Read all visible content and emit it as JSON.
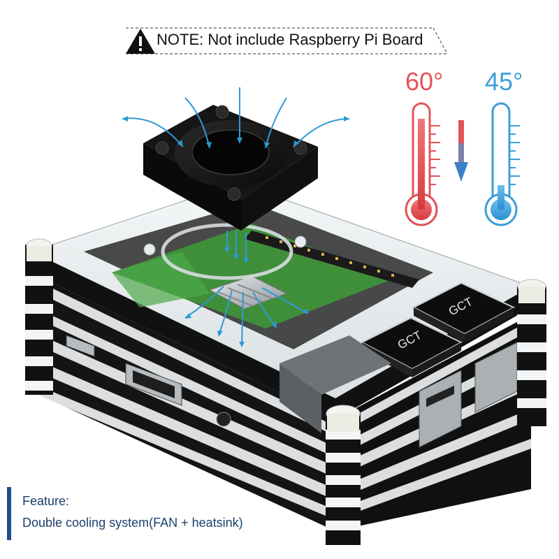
{
  "note": {
    "text": "NOTE: Not include Raspberry Pi Board"
  },
  "temperatures": {
    "hot": "60°",
    "cool": "45°"
  },
  "heatsinks": {
    "label_1": "GCT",
    "label_2": "GCT"
  },
  "feature": {
    "title": "Feature:",
    "description": "Double cooling system(FAN + heatsink)"
  },
  "colors": {
    "hot": "#e25458",
    "cool": "#3d9ed8",
    "airflow": "#2e9ad6",
    "feature_accent": "#1f4f8a",
    "board": "#3f8f3a"
  },
  "icons": [
    "warning-icon",
    "thermometer-hot-icon",
    "thermometer-cool-icon",
    "down-arrow-icon",
    "fan-icon"
  ]
}
